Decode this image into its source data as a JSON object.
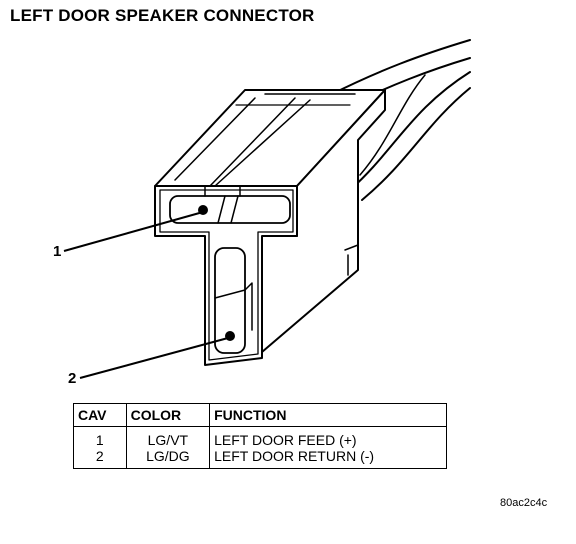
{
  "title": "LEFT DOOR SPEAKER CONNECTOR",
  "callouts": [
    "1",
    "2"
  ],
  "table": {
    "headers": [
      "CAV",
      "COLOR",
      "FUNCTION"
    ],
    "rows": [
      {
        "cav": "1",
        "color": "LG/VT",
        "function": "LEFT DOOR FEED (+)"
      },
      {
        "cav": "2",
        "color": "LG/DG",
        "function": "LEFT DOOR RETURN (-)"
      }
    ]
  },
  "figure_code": "80ac2c4c",
  "colors": {
    "ink": "#000000",
    "paper": "#ffffff"
  }
}
